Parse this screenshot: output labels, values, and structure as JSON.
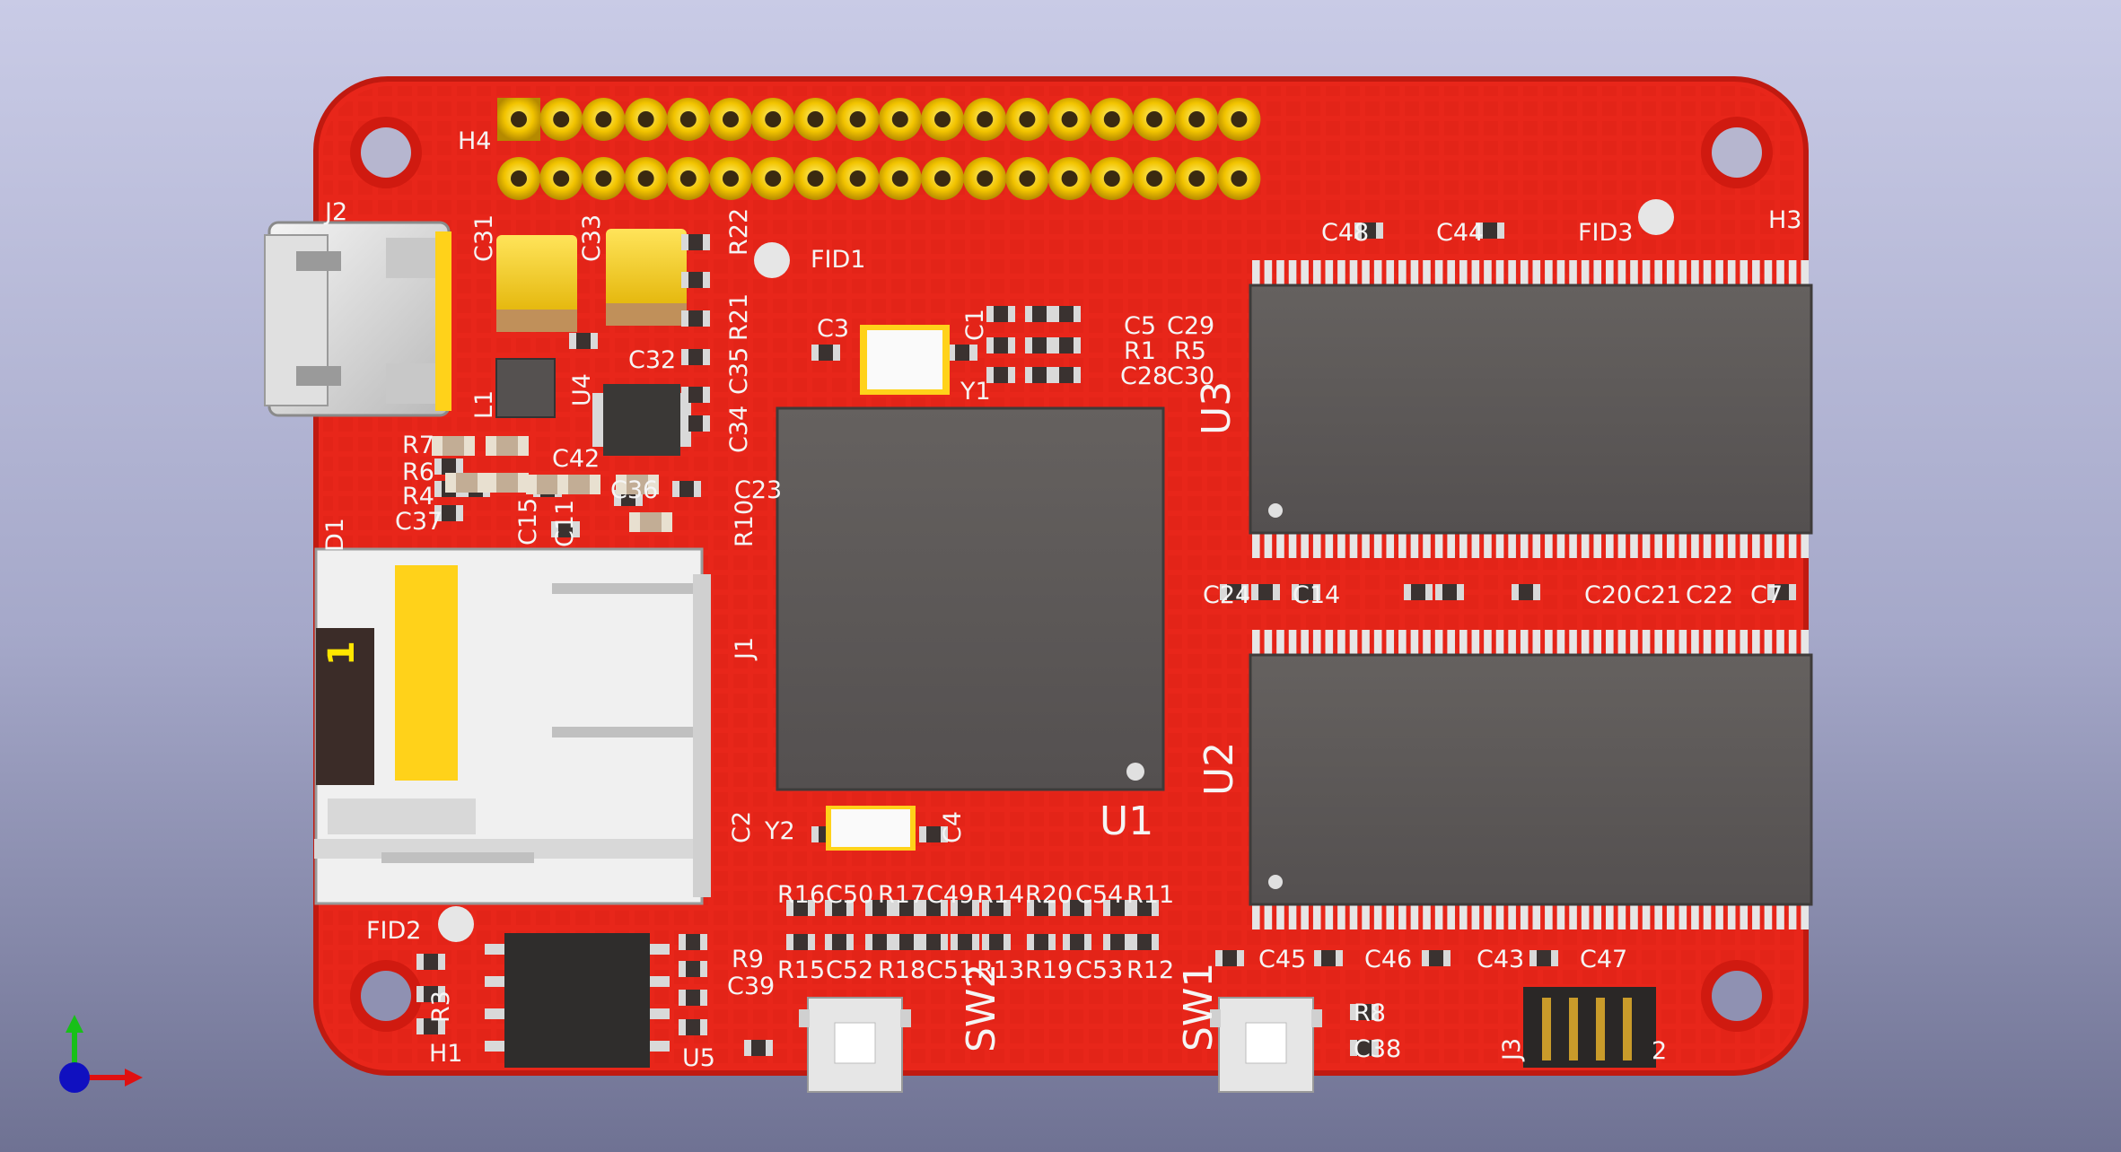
{
  "colors": {
    "board": "#e8261a",
    "board_dark": "#c81a12",
    "pad_gold": "#ffd21a",
    "chip_gray": "#5e5a58",
    "connector_silver": "#d9d9d9",
    "silk": "#f5f5f5",
    "axis_x": "#e01010",
    "axis_y": "#18c018",
    "axis_z": "#1010c0"
  },
  "components": {
    "header_top": "H4",
    "fiducial_1": "FID1",
    "fiducial_2": "FID2",
    "fiducial_3": "FID3",
    "hole_h1": "H1",
    "hole_h3": "H3",
    "usb_connector": "J2",
    "sd_connector": "J1",
    "jtag_header": "J3",
    "jtag_pin": "2",
    "sd_pin1_marker": "1",
    "cpu": "U1",
    "ram_upper": "U3",
    "ram_lower": "U2",
    "pmic": "U4",
    "flash": "U5",
    "crystal_1": "Y1",
    "crystal_2": "Y2",
    "button_1": "SW1",
    "button_2": "SW2",
    "inductor": "L1",
    "diode": "D1"
  },
  "ref_labels": {
    "c31": "C31",
    "c33": "C33",
    "c32": "C32",
    "r22": "R22",
    "r21": "R21",
    "c35": "C35",
    "c34": "C34",
    "r7": "R7",
    "r6": "R6",
    "r4": "R4",
    "c37": "C37",
    "c42": "C42",
    "c15": "C15",
    "c11": "C11",
    "c36": "C36",
    "c23": "C23",
    "r10": "R10",
    "c3": "C3",
    "c1": "C1",
    "c5": "C5",
    "c29": "C29",
    "r1": "R1",
    "r5": "R5",
    "c28": "C28",
    "c30": "C30",
    "c48": "C48",
    "c44": "C44",
    "c24": "C24",
    "c14": "C14",
    "c20": "C20",
    "c21": "C21",
    "c22": "C22",
    "c7": "C7",
    "c2": "C2",
    "c4": "C4",
    "r16": "R16",
    "c50": "C50",
    "r17": "R17",
    "c49": "C49",
    "r14": "R14",
    "r20": "R20",
    "c54": "C54",
    "r11": "R11",
    "r15": "R15",
    "c52": "C52",
    "r18": "R18",
    "c51": "C51",
    "r13": "R13",
    "r19": "R19",
    "c53": "C53",
    "r12": "R12",
    "c45": "C45",
    "c46": "C46",
    "c43": "C43",
    "c47": "C47",
    "r9": "R9",
    "c39": "C39",
    "r3": "R3",
    "r8": "R8",
    "c38": "C38"
  }
}
